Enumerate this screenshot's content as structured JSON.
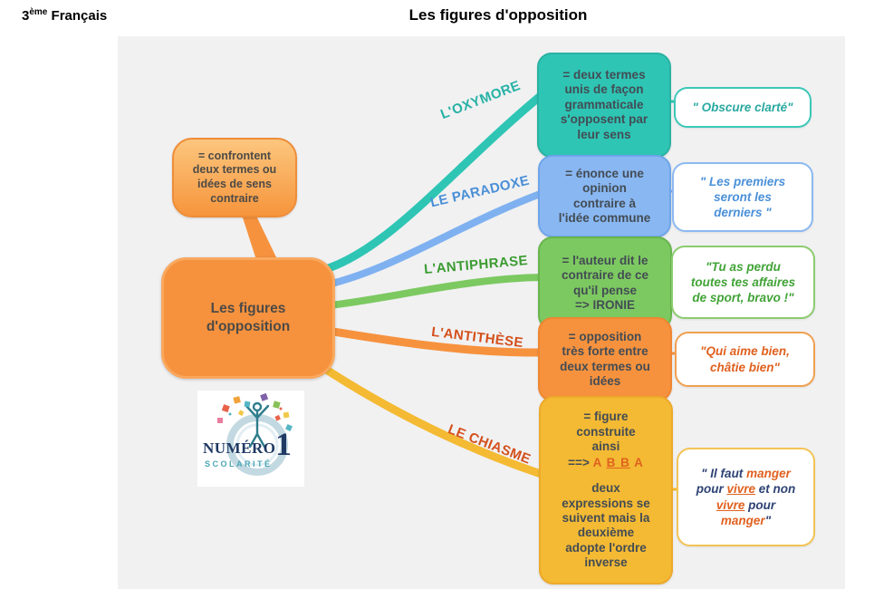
{
  "header": {
    "grade": "3",
    "grade_sup": "ème",
    "subject": "Français",
    "title": "Les figures d'opposition"
  },
  "map": {
    "root_label": "Les figures\nd'opposition",
    "annotation": "= confrontent\ndeux termes ou\nidées de sens\ncontraire",
    "root_color": "#f6923e",
    "branches": [
      {
        "label": "L'OXYMORE",
        "label_color": "#26b2a5",
        "node_color": "#2ec5b4",
        "definition": "= deux termes\nunis de façon\ngrammaticale\ns'opposent par\nleur sens",
        "example": "\" Obscure clarté\""
      },
      {
        "label": "LE PARADOXE",
        "label_color": "#4a8fd6",
        "node_color": "#89b7f2",
        "definition": "= énonce une\nopinion\ncontraire à\nl'idée commune",
        "example": "\" Les premiers\nseront les\nderniers \""
      },
      {
        "label": "L'ANTIPHRASE",
        "label_color": "#3c9c31",
        "node_color": "#7dc961",
        "definition": "= l'auteur dit le\ncontraire de ce\nqu'il pense\n=> IRONIE",
        "example": "\"Tu as perdu\ntoutes tes affaires\nde sport, bravo !\""
      },
      {
        "label": "L'ANTITHÈSE",
        "label_color": "#d4501c",
        "node_color": "#f6923e",
        "definition": "= opposition\ntrès forte entre\ndeux termes ou\nidées",
        "example": "\"Qui aime bien,\nchâtie bien\""
      },
      {
        "label": "LE CHIASME",
        "label_color": "#d4501c",
        "node_color": "#f4ba33",
        "definition_intro": "= figure\nconstruite\nainsi",
        "arrow": "==> ",
        "abba": [
          {
            "text": "A ",
            "underline": false
          },
          {
            "text": "B B",
            "underline": true
          },
          {
            "text": " A",
            "underline": false
          }
        ],
        "definition_rest": "deux\nexpressions se\nsuivent mais la\ndeuxième\nadopte l'ordre\ninverse",
        "example_segments": [
          {
            "text": "\" Il faut ",
            "style": "plain"
          },
          {
            "text": "manger",
            "style": "highlight"
          },
          {
            "text": "\npour ",
            "style": "plain"
          },
          {
            "text": "vivre",
            "style": "highlight-underline"
          },
          {
            "text": " et non\n",
            "style": "plain"
          },
          {
            "text": "vivre",
            "style": "highlight-underline"
          },
          {
            "text": " pour\n",
            "style": "plain"
          },
          {
            "text": "manger",
            "style": "highlight"
          },
          {
            "text": "\"",
            "style": "plain"
          }
        ]
      }
    ]
  },
  "logo": {
    "name": "Numéro",
    "numeral": "1",
    "subtitle": "SCOLARITÉ"
  }
}
